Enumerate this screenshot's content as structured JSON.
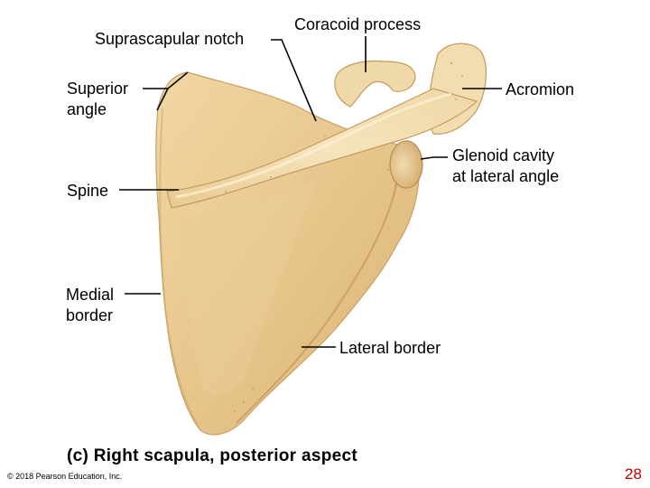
{
  "labels": {
    "suprascapular_notch": "Suprascapular notch",
    "coracoid_process": "Coracoid process",
    "superior_angle": [
      "Superior",
      "angle"
    ],
    "acromion": "Acromion",
    "glenoid_cavity": [
      "Glenoid cavity",
      "at lateral angle"
    ],
    "spine": "Spine",
    "medial_border": [
      "Medial",
      "border"
    ],
    "lateral_border": "Lateral border"
  },
  "caption": "(c) Right scapula, posterior aspect",
  "copyright": "© 2018 Pearson Education, Inc.",
  "page_number": "28",
  "colors": {
    "bone_light": "#f3dcaa",
    "bone_mid": "#e4c185",
    "bone_shadow": "#c99a5b",
    "leader_line": "#000000",
    "page_number": "#c00000"
  }
}
